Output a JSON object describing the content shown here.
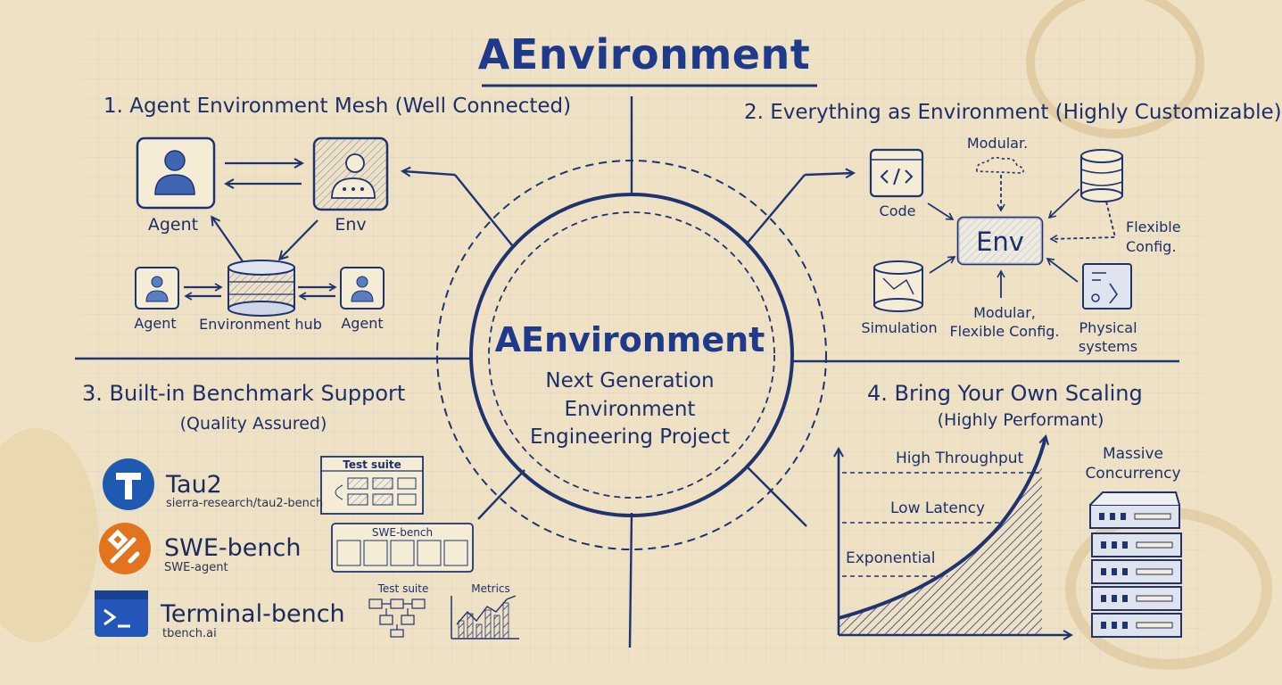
{
  "header": {
    "title": "AEnvironment"
  },
  "center": {
    "title": "AEnvironment",
    "subtitle_lines": [
      "Next Generation",
      "Environment",
      "Engineering Project"
    ]
  },
  "q1": {
    "heading": "1. Agent Environment Mesh (Well Connected)",
    "agent_label": "Agent",
    "env_label": "Env",
    "hub_label": "Environment hub",
    "agent_left_label": "Agent",
    "agent_right_label": "Agent"
  },
  "q2": {
    "heading": "2. Everything as Environment (Highly Customizable)",
    "modular_top": "Modular.",
    "code_label": "Code",
    "env_label": "Env",
    "flexible_label_1": "Flexible",
    "flexible_label_2": "Config.",
    "simulation_label": "Simulation",
    "modular_bottom_1": "Modular,",
    "modular_bottom_2": "Flexible Config.",
    "physical_label_1": "Physical",
    "physical_label_2": "systems"
  },
  "q3": {
    "heading": "3. Built-in Benchmark Support",
    "subheading": "(Quality Assured)",
    "benchmarks": [
      {
        "name": "Tau2",
        "sub": "sierra-research/tau2-bench",
        "logo_letter": "T",
        "logo_color": "#1e5bb0"
      },
      {
        "name": "SWE-bench",
        "sub": "SWE-agent",
        "logo_letter": "",
        "logo_color": "#e2731f"
      },
      {
        "name": "Terminal-bench",
        "sub": "tbench.ai",
        "logo_letter": ">_",
        "logo_color": "#2356b8"
      }
    ],
    "test_suite_label_1": "Test suite",
    "swe_panel_label": "SWE-bench",
    "test_suite_label_2": "Test suite",
    "metrics_label": "Metrics"
  },
  "q4": {
    "heading": "4. Bring Your Own Scaling",
    "subheading": "(Highly Performant)",
    "high_throughput": "High Throughput",
    "low_latency": "Low Latency",
    "exponential": "Exponential",
    "massive_1": "Massive",
    "massive_2": "Concurrency"
  },
  "colors": {
    "ink": "#1f3370",
    "accent": "#1f3a8a",
    "paper": "#efe2c4",
    "grid": "#c9d3dd"
  }
}
